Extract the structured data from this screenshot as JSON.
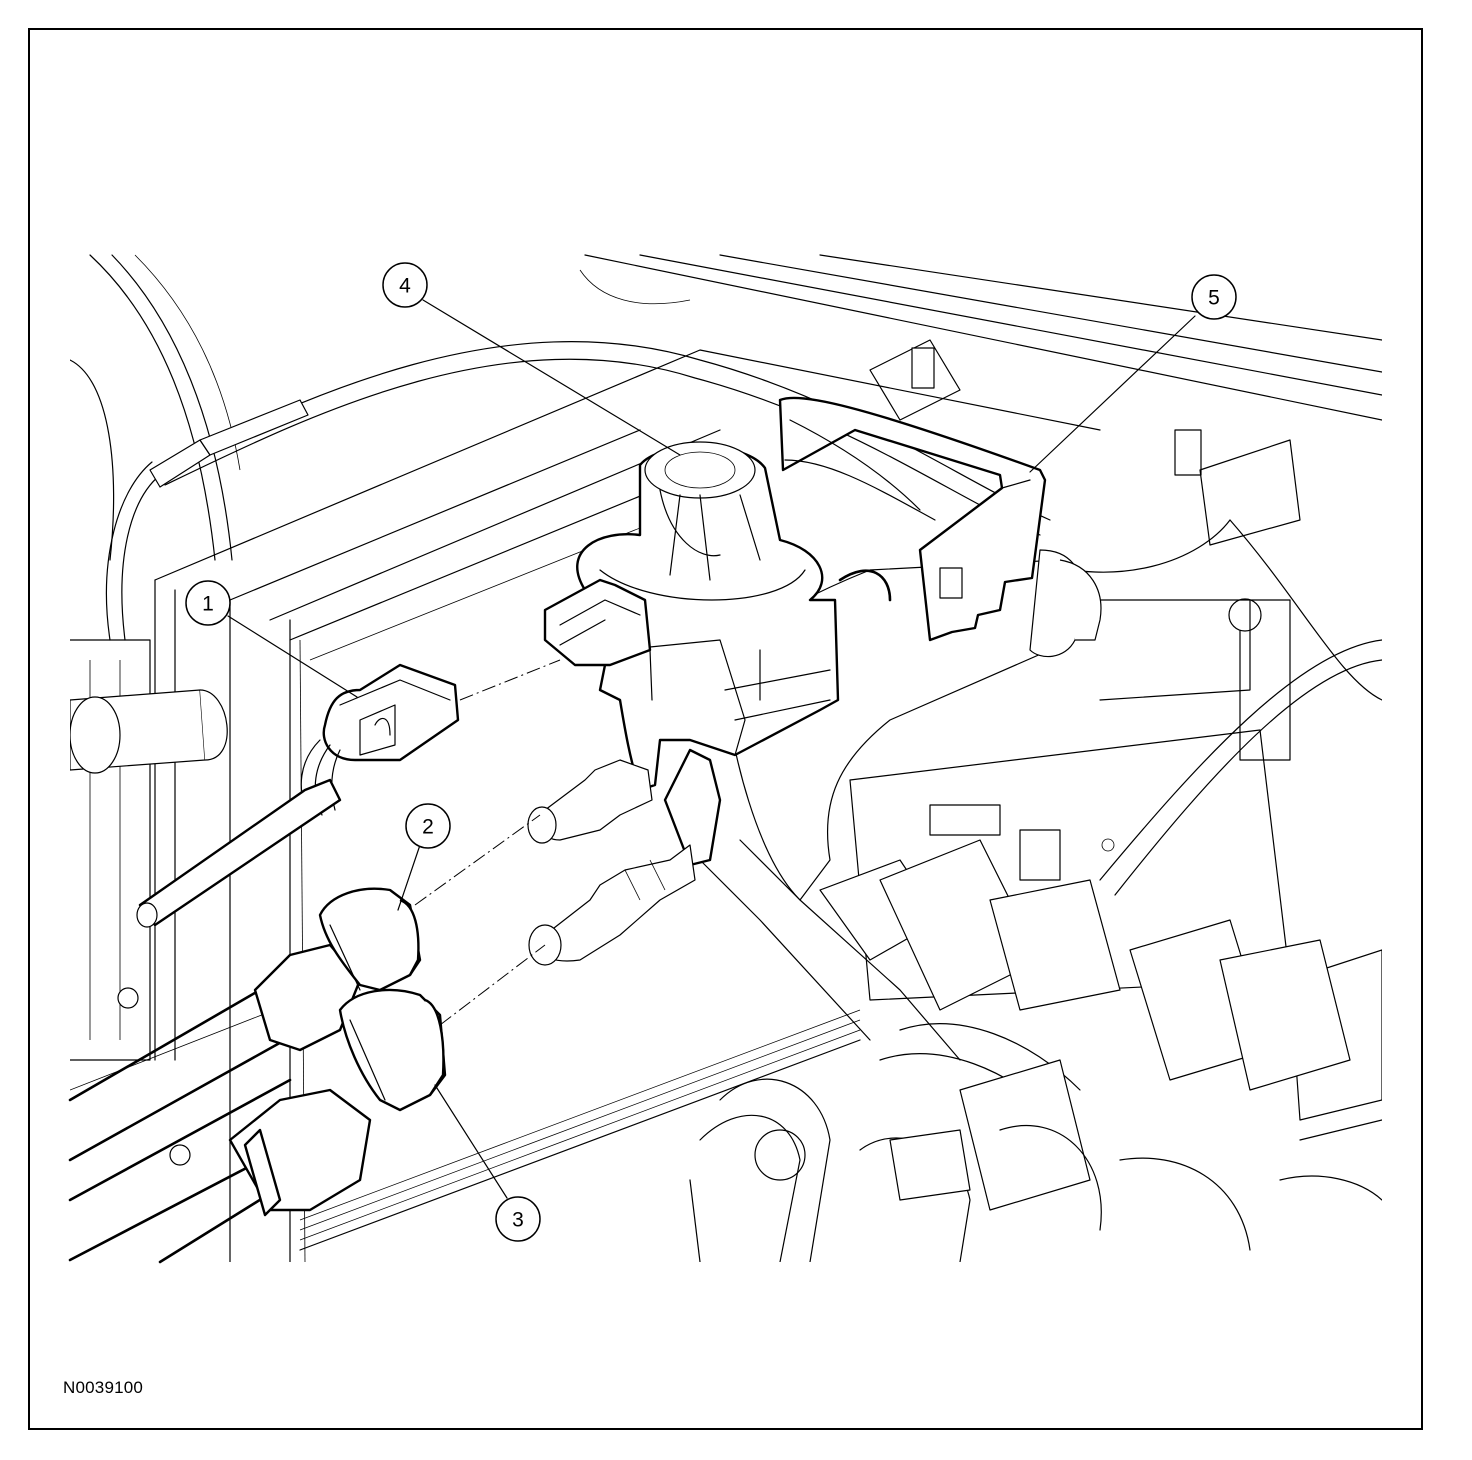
{
  "figure": {
    "id_label": "N0039100"
  },
  "callouts": [
    {
      "number": "1"
    },
    {
      "number": "2"
    },
    {
      "number": "3"
    },
    {
      "number": "4"
    },
    {
      "number": "5"
    }
  ]
}
